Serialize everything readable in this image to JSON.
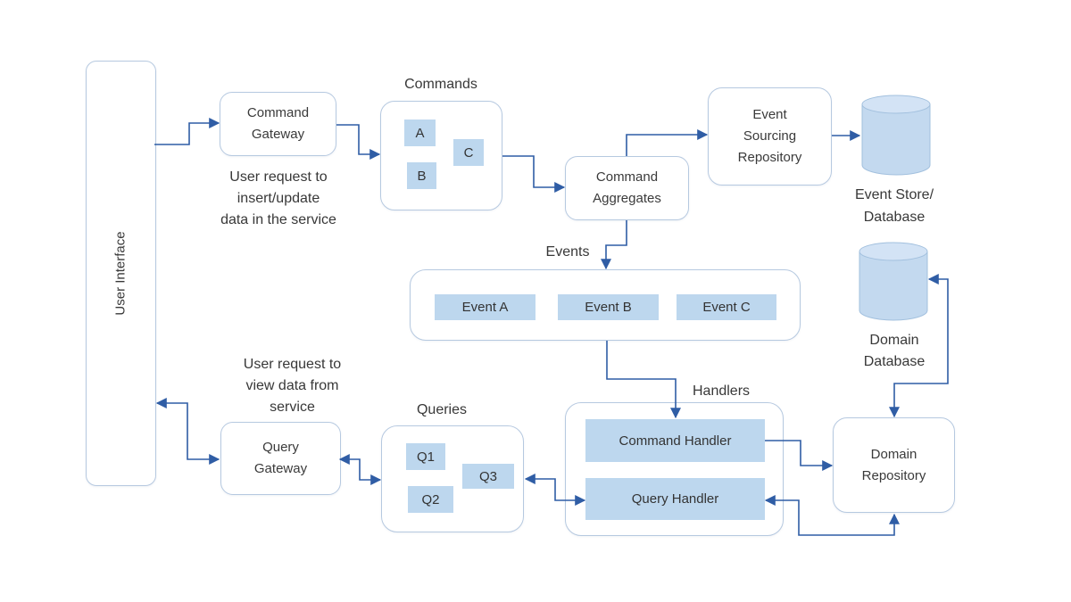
{
  "colors": {
    "background": "#ffffff",
    "box_border": "#b6c9e0",
    "chip_fill": "#bdd7ee",
    "cylinder_fill": "#c3d9ef",
    "cylinder_top_fill": "#d3e3f5",
    "cylinder_stroke": "#a2c0de",
    "arrow": "#2f5da5",
    "text": "#3a3a3a"
  },
  "diagram": {
    "nodes": {
      "user_interface": "User Interface",
      "command_gateway": "Command\nGateway",
      "command_aggregates": "Command\nAggregates",
      "event_sourcing_repository": "Event\nSourcing\nRepository",
      "query_gateway": "Query\nGateway",
      "domain_repository": "Domain\nRepository"
    },
    "group_labels": {
      "commands": "Commands",
      "events": "Events",
      "handlers": "Handlers",
      "queries": "Queries"
    },
    "database_labels": {
      "event_store": "Event Store/\nDatabase",
      "domain_database": "Domain\nDatabase"
    },
    "chips": {
      "commands": [
        "A",
        "B",
        "C"
      ],
      "events": [
        "Event A",
        "Event B",
        "Event C"
      ],
      "handlers": [
        "Command Handler",
        "Query Handler"
      ],
      "queries": [
        "Q1",
        "Q2",
        "Q3"
      ]
    },
    "captions": {
      "insert": "User request to\ninsert/update\ndata in the service",
      "view": "User request to\nview data from\nservice"
    }
  }
}
